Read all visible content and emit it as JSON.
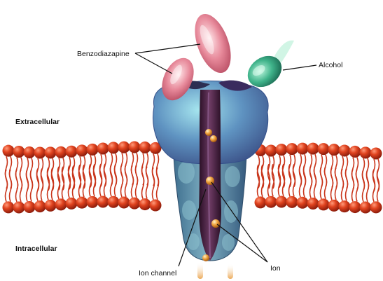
{
  "labels": {
    "benzodiazapine": "Benzodiazapine",
    "alcohol": "Alcohol",
    "extracellular": "Extracellular",
    "intracellular": "Intracellular",
    "ion_channel": "Ion channel",
    "ion": "Ion"
  },
  "colors": {
    "membrane_head": "#d8391f",
    "membrane_tail": "#c9361c",
    "receptor_body": "#5f8fb3",
    "receptor_highlight": "#8fd0e8",
    "channel_pore": "#4a1f3f",
    "ion": "#e89a3a",
    "benzodiazapine": "#e07a8c",
    "alcohol": "#3fb38a",
    "leader_line": "#111111"
  },
  "icons": {
    "benzodiazapine_molecule": "pill-shape",
    "alcohol_molecule": "pill-shape",
    "ion": "sphere"
  }
}
